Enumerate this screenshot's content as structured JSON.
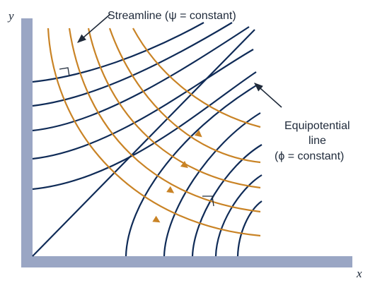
{
  "labels": {
    "y_axis": "y",
    "x_axis": "x",
    "streamline": "Streamline (ψ = constant)",
    "equipotential_line1": "Equipotential",
    "equipotential_line2": "line",
    "equipotential_line3": "(ϕ = constant)"
  },
  "colors": {
    "wall": "#9aa6c4",
    "equipotential": "#0f2b57",
    "streamline": "#c98325",
    "text": "#1f2a3a"
  },
  "icons": {
    "arrowhead": "triangle-arrow-icon",
    "right_angle": "right-angle-marker-icon"
  }
}
